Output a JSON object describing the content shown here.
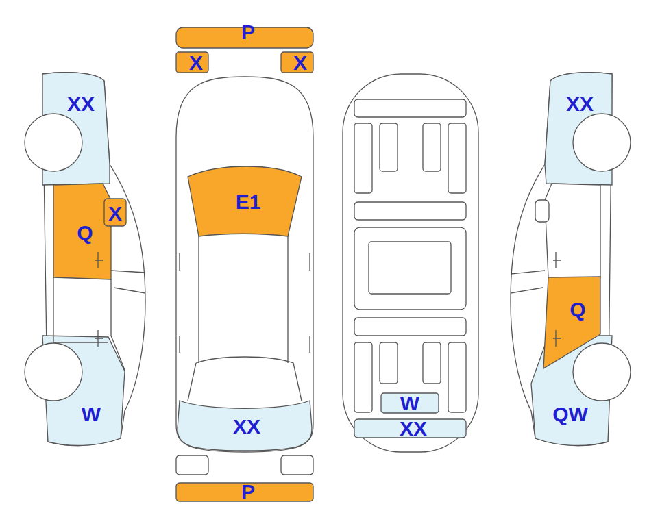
{
  "diagram": {
    "nodes": [
      {
        "text": [
          "P"
        ]
      },
      {
        "text": [
          "X"
        ]
      },
      {
        "text": [
          "X"
        ]
      },
      {
        "text": [
          "XX"
        ]
      },
      {
        "text": [
          "XX"
        ]
      },
      {
        "text": [
          "E1"
        ]
      },
      {
        "text": [
          "X"
        ]
      },
      {
        "text": [
          "Q"
        ]
      },
      {
        "text": [
          "Q"
        ]
      },
      {
        "text": [
          "W"
        ]
      },
      {
        "text": [
          "W"
        ]
      },
      {
        "text": [
          "QW"
        ]
      },
      {
        "text": [
          "XX"
        ]
      },
      {
        "text": [
          "XX"
        ]
      },
      {
        "text": [
          "P"
        ]
      }
    ]
  }
}
